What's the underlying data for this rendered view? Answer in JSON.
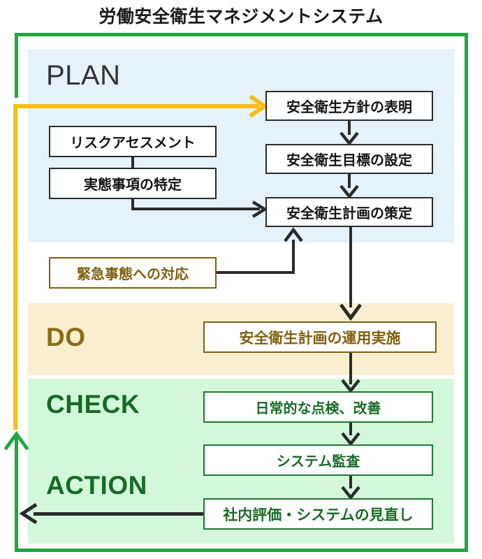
{
  "title": "労働安全衛生マネジメントシステム",
  "colors": {
    "frame_green": "#1fa742",
    "return_yellow": "#f9bd14",
    "plan_panel": "#e4f2fc",
    "do_panel": "#faeed1",
    "check_panel": "#d3f8d9",
    "dark_line": "#2b2b2b",
    "olive_text": "#806010",
    "green_text": "#176b25",
    "plan_text": "#333333"
  },
  "phases": [
    {
      "key": "plan",
      "label": "PLAN"
    },
    {
      "key": "do",
      "label": "DO"
    },
    {
      "key": "check",
      "label": "CHECK"
    },
    {
      "key": "action",
      "label": "ACTION"
    }
  ],
  "nodes": {
    "policy": "安全衛生方針の表明",
    "goal": "安全衛生目標の設定",
    "plan": "安全衛生計画の策定",
    "risk": "リスクアセスメント",
    "actual": "実態事項の特定",
    "emergency": "緊急事態への対応",
    "do": "安全衛生計画の運用実施",
    "daily": "日常的な点検、改善",
    "audit": "システム監査",
    "review": "社内評価・システムの見直し"
  }
}
